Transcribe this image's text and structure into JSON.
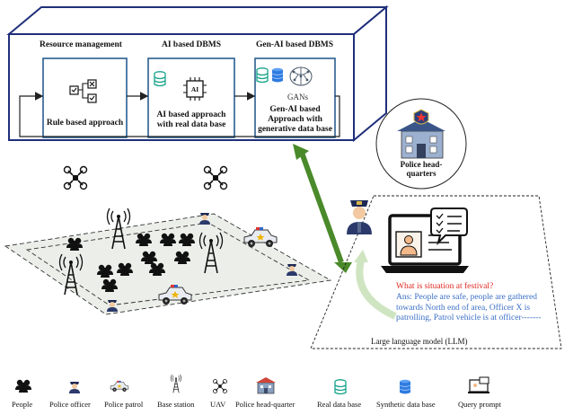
{
  "modules": [
    {
      "heading": "Resource management",
      "text": "Rule based approach"
    },
    {
      "heading": "AI based DBMS",
      "text": "AI based approach with real data base"
    },
    {
      "heading": "Gen-AI based DBMS",
      "text": "Gen-AI based Approach with generative data base",
      "badge": "GANs"
    }
  ],
  "ai_chip_label": "AI",
  "hq_label": "Police head-quarters",
  "chat": {
    "question": "What is situation at festival?",
    "answer": "Ans: People are safe, people are gathered towards North end of area, Officer X is patrolling, Patrol vehicle is at officer-------"
  },
  "llm_label": "Large language model (LLM)",
  "legend": [
    {
      "icon": "people-icon",
      "label": "People"
    },
    {
      "icon": "police-officer-icon",
      "label": "Police officer"
    },
    {
      "icon": "police-patrol-icon",
      "label": "Police patrol"
    },
    {
      "icon": "base-station-icon",
      "label": "Base station"
    },
    {
      "icon": "uav-icon",
      "label": "UAV"
    },
    {
      "icon": "police-hq-icon",
      "label": "Police head-quarter"
    },
    {
      "icon": "real-data-base-icon",
      "label": "Real data base"
    },
    {
      "icon": "synthetic-data-base-icon",
      "label": "Synthetic data base"
    },
    {
      "icon": "query-prompt-icon",
      "label": "Query prompt"
    }
  ],
  "colors": {
    "box_border": "#1f2f7a",
    "module_border": "#2a5d8f",
    "green_arrow": "#4a8a2a",
    "question": "#e0261f",
    "answer": "#3a6fc4"
  }
}
